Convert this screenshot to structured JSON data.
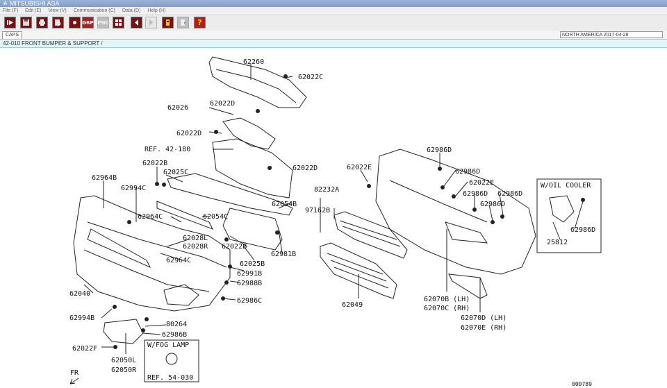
{
  "app": {
    "title": "MITSUBISHI ASA"
  },
  "menu": [
    "File (F)",
    "Edit (E)",
    "View (V)",
    "Communication (C)",
    "Data (D)",
    "Help (H)"
  ],
  "toolbar": {
    "grp_label": "GRP",
    "pnc_label": "PNC",
    "help_label": "?"
  },
  "tab": {
    "label": "CAPS"
  },
  "region": {
    "text": "NORTH AMERICA   2017-04-28"
  },
  "section": {
    "title": "42-010  FRONT BUMPER & SUPPORT /"
  },
  "diagram": {
    "parts": [
      "62260",
      "62022C",
      "62026",
      "62022D",
      "62022D",
      "REF. 42-180",
      "62022B",
      "62025C",
      "62022D",
      "62964B",
      "62994C",
      "62054B",
      "62964C",
      "62054C",
      "62028L",
      "62028R",
      "62022B",
      "62981B",
      "62964C",
      "62025B",
      "62991B",
      "62988B",
      "62040",
      "62986C",
      "62994B",
      "80264",
      "62986B",
      "62022F",
      "62050L",
      "62050R",
      "62049",
      "82232A",
      "97162B",
      "62022E",
      "62986D",
      "62986D",
      "62022E",
      "62986D",
      "62986D",
      "62986D",
      "62070B (LH)",
      "62070C (RH)",
      "62070D (LH)",
      "62070E (RH)",
      "62986D",
      "25812"
    ],
    "box_oil_cooler": "W/OIL  COOLER",
    "box_fog_lamp": "W/FOG  LAMP",
    "fog_ref": "REF. 54-030",
    "fr_label": "FR",
    "drawing_id": "000789"
  }
}
